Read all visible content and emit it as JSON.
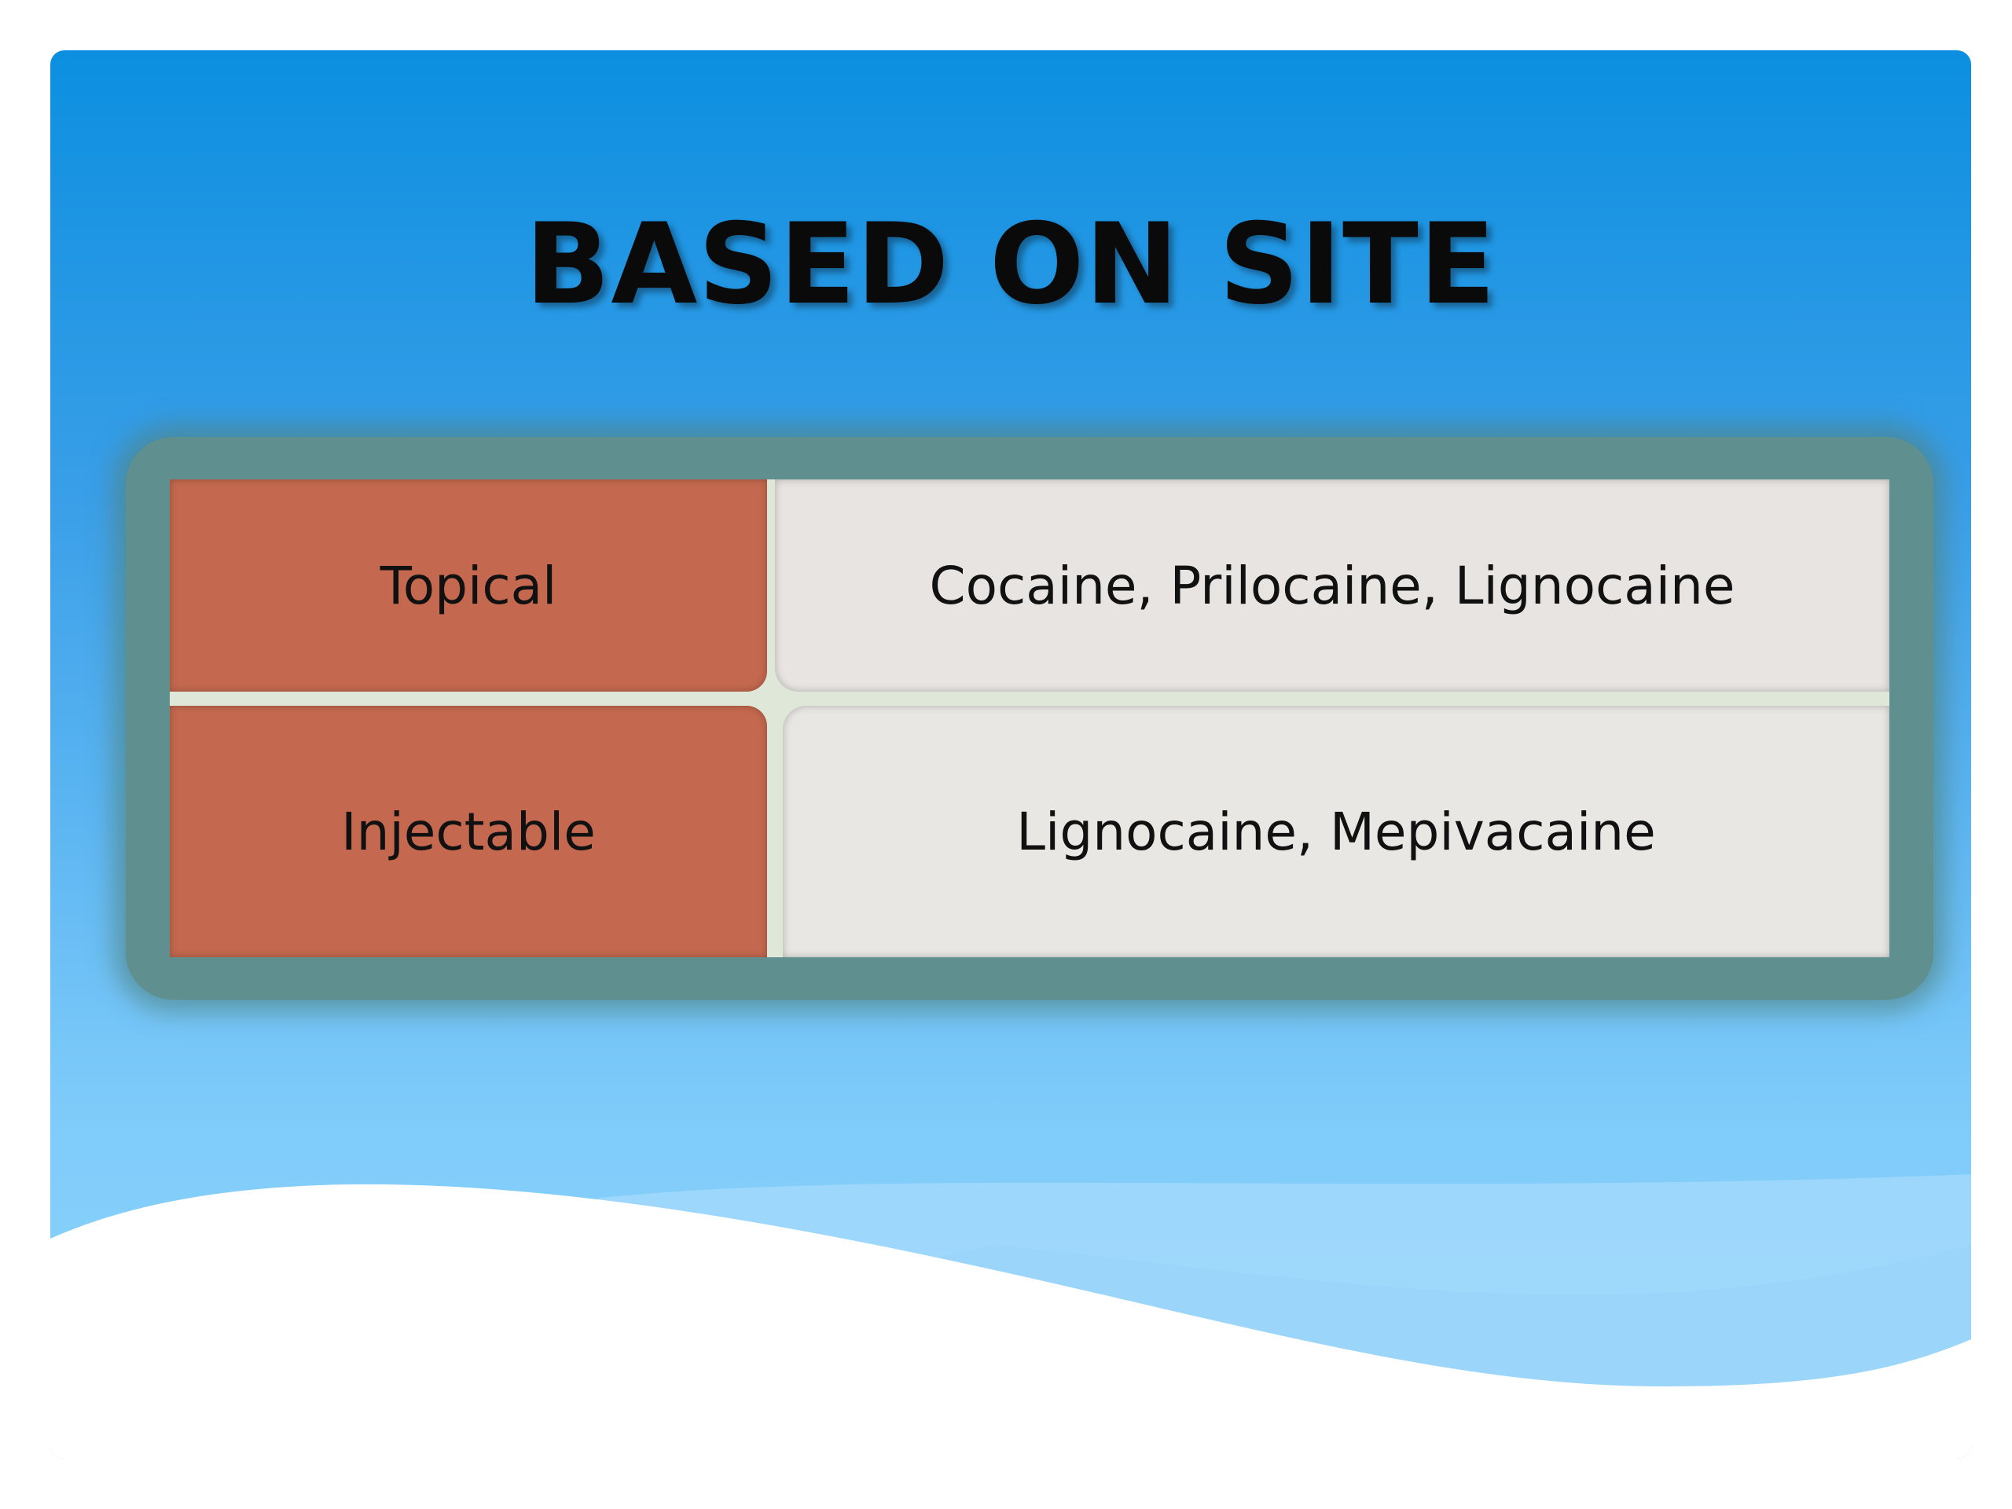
{
  "slide": {
    "title": "BASED ON SITE"
  },
  "table": {
    "rows": [
      {
        "category": "Topical",
        "drugs": "Cocaine, Prilocaine, Lignocaine"
      },
      {
        "category": "Injectable",
        "drugs": "Lignocaine, Mepivacaine"
      }
    ]
  },
  "colors": {
    "category_cell": "#c4694f",
    "drug_cell": "#e7e4e1",
    "frame": "#5f8f8f",
    "background_top": "#0c8fe0",
    "background_bottom": "#8fd3fb"
  }
}
